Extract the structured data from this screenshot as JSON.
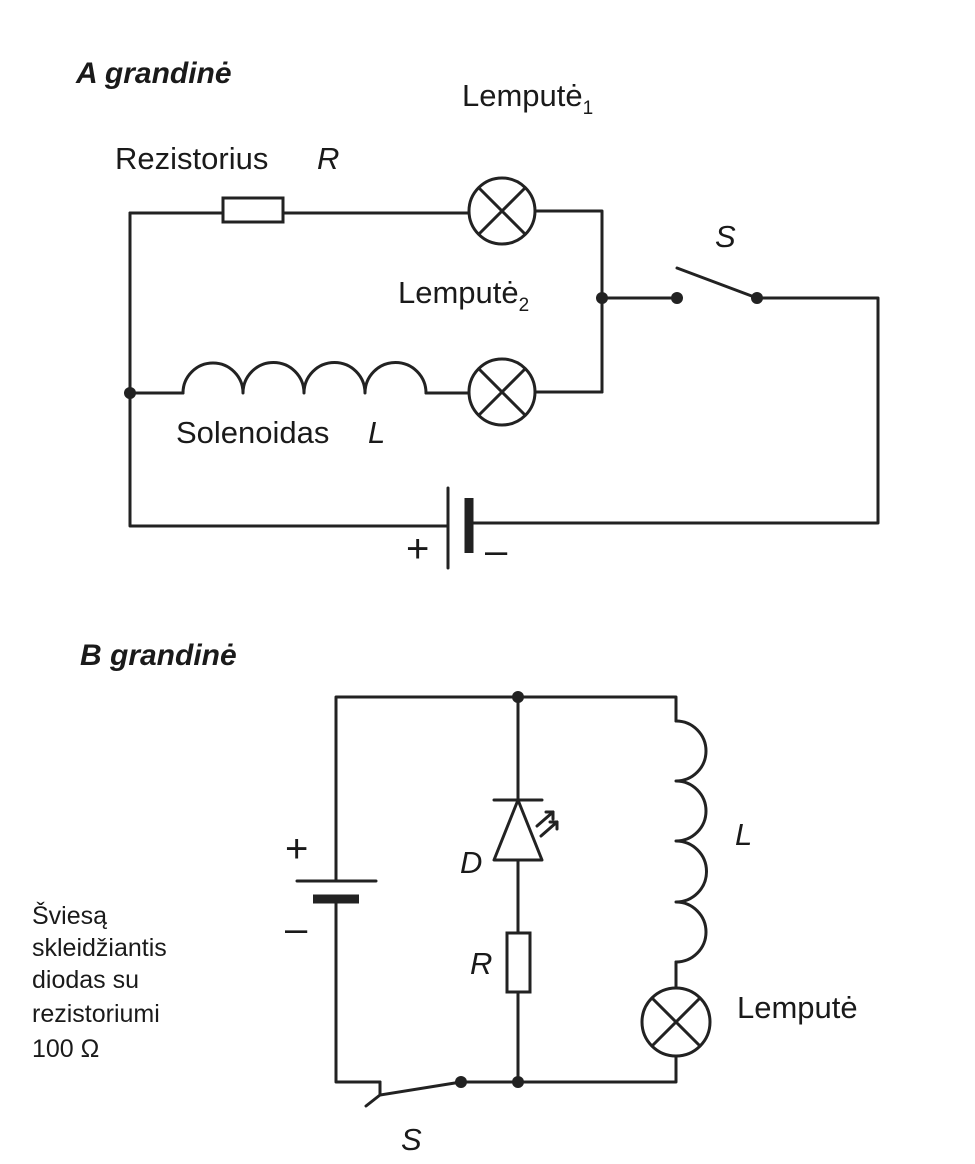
{
  "circuit_a": {
    "title": "A grandinė",
    "resistor_label": "Rezistorius",
    "resistor_symbol": "R",
    "lamp1_label": "Lemputė",
    "lamp1_index": "1",
    "lamp2_label": "Lemputė",
    "lamp2_index": "2",
    "switch_symbol": "S",
    "solenoid_label": "Solenoidas",
    "solenoid_symbol": "L",
    "battery_plus": "+",
    "battery_minus": "–"
  },
  "circuit_b": {
    "title": "B grandinė",
    "battery_plus": "+",
    "battery_minus": "–",
    "diode_symbol": "D",
    "resistor_symbol": "R",
    "inductor_symbol": "L",
    "lamp_label": "Lemputė",
    "switch_symbol": "S",
    "note_lines": [
      "Šviesą",
      "skleidžiantis",
      "diodas su",
      "rezistoriumi",
      "100 Ω"
    ]
  }
}
